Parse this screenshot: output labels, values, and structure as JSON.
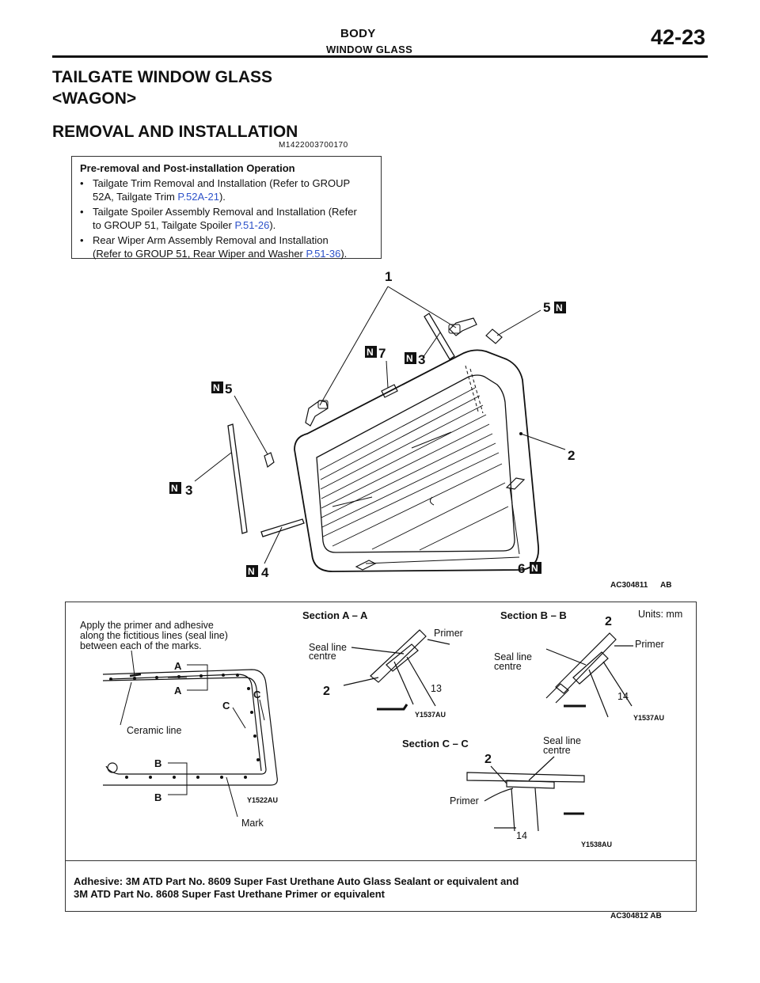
{
  "header": {
    "section": "BODY",
    "subsection": "WINDOW GLASS",
    "page_number": "42-23"
  },
  "titles": {
    "main": "TAILGATE WINDOW GLASS",
    "variant": "<WAGON>",
    "procedure": "REMOVAL AND INSTALLATION",
    "doc_id": "M1422003700170"
  },
  "pre_op": {
    "heading": "Pre-removal and Post-installation Operation",
    "items": [
      {
        "lines": [
          "Tailgate Trim Removal and Installation (Refer to GROUP",
          "52A, Tailgate Trim "
        ],
        "ref": "P.52A-21",
        "end": ")."
      },
      {
        "lines": [
          "Tailgate Spoiler Assembly Removal and Installation (Refer",
          "to GROUP 51, Tailgate Spoiler "
        ],
        "ref": "P.51-26",
        "end": ")."
      },
      {
        "lines": [
          "Rear Wiper Arm Assembly Removal and Installation",
          "(Refer to GROUP 51, Rear Wiper and Washer "
        ],
        "ref": "P.51-36",
        "end": ")."
      }
    ]
  },
  "figure1": {
    "code": "AC304811",
    "suffix": "AB",
    "callouts": {
      "n1": "1",
      "n2": "2",
      "n3": "3",
      "n4": "4",
      "n5": "5",
      "n6": "6",
      "n7": "7",
      "new_mark": "N"
    }
  },
  "figure2": {
    "code": "AC304812",
    "suffix": "AB",
    "units": "Units: mm",
    "apply_note": [
      "Apply the primer and adhesive",
      "along the fictitious lines (seal line)",
      "between each of the marks."
    ],
    "ceramic_line": "Ceramic line",
    "mark": "Mark",
    "letters": {
      "a": "A",
      "b": "B",
      "c": "C"
    },
    "sub_codes": {
      "outline": "Y1522AU",
      "sec_a": "Y1537AU",
      "sec_b": "Y1537AU",
      "sec_c": "Y1538AU"
    },
    "section_a": {
      "title": "Section A – A",
      "seal1": "Seal line",
      "seal2": "centre",
      "primer": "Primer",
      "dim": "13",
      "part": "2"
    },
    "section_b": {
      "title": "Section B – B",
      "seal1": "Seal line",
      "seal2": "centre",
      "primer": "Primer",
      "dim": "14",
      "part": "2"
    },
    "section_c": {
      "title": "Section C – C",
      "seal1": "Seal line",
      "seal2": "centre",
      "primer": "Primer",
      "dim": "14",
      "part": "2"
    },
    "adhesive": [
      "Adhesive: 3M ATD Part No. 8609 Super Fast Urethane Auto Glass Sealant or equivalent and",
      "3M ATD Part No. 8608 Super Fast Urethane Primer or equivalent"
    ]
  }
}
